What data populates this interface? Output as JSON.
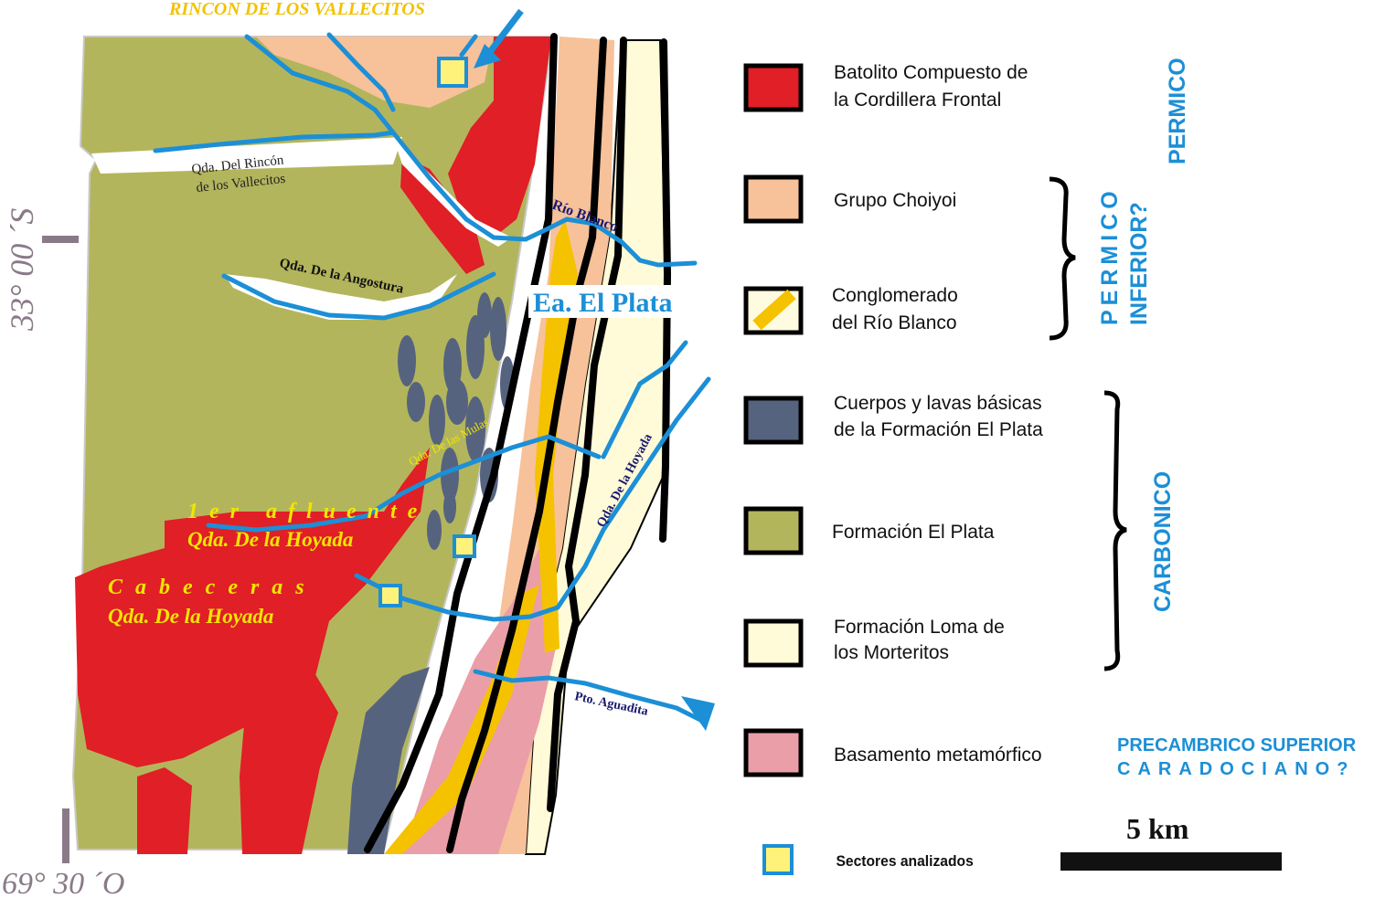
{
  "map": {
    "header_label": "RINCON DE LOS VALLECITOS",
    "place_labels": {
      "rincon": [
        "Qda. Del Rincón",
        "de los Vallecitos"
      ],
      "angostura": "Qda. De la Angostura",
      "rio_blanco": "Río Blanco",
      "ea_plata": "Ea. El Plata",
      "mulas": "Qda. De las Mulas",
      "hoyada_east": "Qda. De la Hoyada",
      "afluente": [
        "1er afluente",
        "Qda. De la Hoyada"
      ],
      "cabeceras": [
        "Cabeceras",
        "Qda. De la Hoyada"
      ],
      "aguadita": "Pto. Aguadita"
    },
    "latitude_label": "33° 00 ´S",
    "longitude_label": "69° 30 ´O"
  },
  "legend": {
    "items": [
      {
        "label": [
          "Batolito Compuesto de",
          "la Cordillera Frontal"
        ],
        "color": "#e01f26"
      },
      {
        "label": [
          "Grupo Choiyoi"
        ],
        "color": "#f7c19a"
      },
      {
        "label": [
          "Conglomerado",
          "del Río Blanco"
        ],
        "color": "#fffbe0",
        "band": "#f5c200"
      },
      {
        "label": [
          "Cuerpos y lavas básicas",
          "de la Formación El Plata"
        ],
        "color": "#56637f"
      },
      {
        "label": [
          "Formación El Plata"
        ],
        "color": "#b3b55c"
      },
      {
        "label": [
          "Formación Loma de",
          "los Morteritos"
        ],
        "color": "#fffbd8"
      },
      {
        "label": [
          "Basamento metamórfico"
        ],
        "color": "#ea9ea8"
      }
    ],
    "ages": {
      "permico": "PERMICO",
      "permico_inferior": [
        "PERMICO",
        "INFERIOR?"
      ],
      "carbonico": "CARBONICO",
      "precambrico": [
        "PRECAMBRICO SUPERIOR",
        "CARADOCIANO?"
      ]
    },
    "sectors_label": "Sectores analizados",
    "scale_label": "5 km"
  },
  "colors": {
    "batolito": "#e01f26",
    "choiyoi": "#f7c19a",
    "conglomerado": "#f5c200",
    "basicas": "#56637f",
    "plata": "#b3b55c",
    "morteritos": "#fffbd8",
    "basamento": "#ea9ea8",
    "river": "#1c8fd6",
    "age_text": "#1c8fd6",
    "yellow_label": "#f2e600",
    "navy_label": "#1a1a6e",
    "coordinate": "#8a7a88"
  }
}
